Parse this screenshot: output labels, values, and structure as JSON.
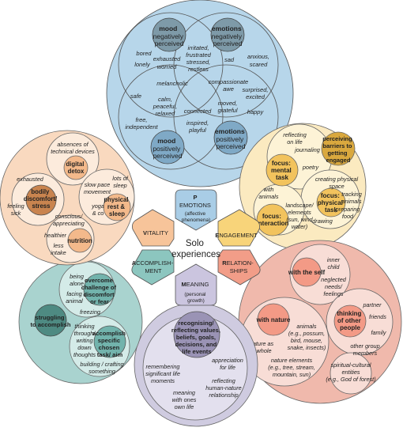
{
  "center": {
    "line1": "Solo",
    "line2": "experiences"
  },
  "petals": {
    "emotions": {
      "letter": "P",
      "line1": "EMOTIONS",
      "line2": "(affective",
      "line3": "phenomena)"
    },
    "engagement": {
      "letter": "E",
      "rest": "NGAGEMENT"
    },
    "relationships": {
      "letter": "R",
      "line1_rest": "ELATION-",
      "line2": "SHIPS"
    },
    "meaning": {
      "letter": "M",
      "rest": "EANING",
      "line2": "(personal",
      "line3": "growth)"
    },
    "accomplishment": {
      "letter": "A",
      "line1_rest": "CCOMPLISH-",
      "line2": "MENT"
    },
    "vitality": {
      "letter": "V",
      "rest": "ITALITY"
    }
  },
  "emotions_cluster": {
    "mood_neg": [
      "mood",
      "negatively",
      "perceived"
    ],
    "emo_neg": [
      "emotions",
      "negatively",
      "perceived"
    ],
    "mood_pos": [
      "mood",
      "positively",
      "perceived"
    ],
    "emo_pos": [
      "emotions",
      "positively",
      "perceived"
    ],
    "bored": "bored",
    "lonely": "lonely",
    "exhausted_worried": [
      "exhausted",
      "worried"
    ],
    "irritated": [
      "irritated,",
      "frustrated",
      "stressed,",
      "restless"
    ],
    "sad": "sad",
    "anxious": [
      "anxious,",
      "scared"
    ],
    "melancholic": "melancholic",
    "compassionate": [
      "compassionate",
      "awe"
    ],
    "safe": "safe",
    "calm": [
      "calm,",
      "peaceful,",
      "relaxed"
    ],
    "surprised": [
      "surprised,",
      "excited"
    ],
    "moved": [
      "moved,",
      "grateful"
    ],
    "happy": "happy",
    "free": [
      "free,",
      "independent"
    ],
    "connected": "connected",
    "inspired": [
      "inspired,",
      "playful"
    ]
  },
  "engagement_cluster": {
    "focus_mental": [
      "focus:",
      "mental",
      "task"
    ],
    "perceiving_barriers": [
      "perceiving",
      "barriers to",
      "getting",
      "engaged"
    ],
    "reflecting": [
      "reflecting",
      "on life"
    ],
    "journaling": "journaling",
    "poetry": "poetry",
    "creating_space": [
      "creating physical",
      "space"
    ],
    "focus_physical": [
      "focus:",
      "physical",
      "task"
    ],
    "tracking": [
      "tracking",
      "animals"
    ],
    "preparing": [
      "preparing",
      "food"
    ],
    "drawing": "drawing",
    "with_animals": [
      "with",
      "animals"
    ],
    "focus_interaction": [
      "focus:",
      "interaction"
    ],
    "landscape": [
      "landscape/",
      "elements",
      "(sun, wind",
      "water)"
    ]
  },
  "relationships_cluster": {
    "with_self": "with the self",
    "inner_child": [
      "inner",
      "child"
    ],
    "neglected": [
      "neglected",
      "needs/",
      "feelings"
    ],
    "with_nature": "with nature",
    "thinking_other": [
      "thinking",
      "of other",
      "people"
    ],
    "partner": "partner",
    "friends": "friends",
    "family": "family",
    "other_group": [
      "other group",
      "members"
    ],
    "animals": [
      "animals",
      "(e.g., possum,",
      "bird, mouse,",
      "snake, insects)"
    ],
    "nature_whole": [
      "nature as",
      "a whole"
    ],
    "nature_elements": [
      "nature elements",
      "(e.g., tree, stream,",
      "mountain, sun)"
    ],
    "spiritual": [
      "spiritual-cultural",
      "entities",
      "(e.g., God of forest)"
    ]
  },
  "meaning_cluster": {
    "recognising": [
      "recognising/",
      "reflecting values,",
      "beliefs, goals,",
      "decisions, and",
      "life events"
    ],
    "remembering": [
      "remembering",
      "significant life",
      "moments"
    ],
    "appreciation": [
      "appreciation",
      "for life"
    ],
    "reflecting_hn": [
      "reflecting",
      "human-nature",
      "relationship"
    ],
    "meaning_life": [
      "meaning",
      "with ones",
      "own life"
    ]
  },
  "accomplishment_cluster": {
    "being_alone": [
      "being",
      "alone"
    ],
    "overcome": [
      "overcome",
      "challenge of",
      "discomfort",
      "or fear"
    ],
    "facing": [
      "facing",
      "animal"
    ],
    "freezing": "freezing",
    "struggling": [
      "struggling",
      "to accomplish"
    ],
    "thinking_through": [
      "thinking",
      "through/",
      "writing",
      "down",
      "thoughts"
    ],
    "accomplish_task": [
      "accomplish",
      "specific",
      "chosen",
      "task/ aim"
    ],
    "building": [
      "building / crafting",
      "something"
    ]
  },
  "vitality_cluster": {
    "absences": [
      "absences of",
      "technical devices"
    ],
    "digital_detox": [
      "digital",
      "detox"
    ],
    "exhausted": "exhausted",
    "lots_sleep": [
      "lots of",
      "sleep"
    ],
    "bodily": [
      "bodily",
      "discomfort/",
      "stress"
    ],
    "slow_pace": [
      "slow pace",
      "movement"
    ],
    "physical_rest": [
      "physical",
      "rest &",
      "sleep"
    ],
    "yoga": [
      "yoga",
      "& co"
    ],
    "feeling_sick": [
      "feeling",
      "sick"
    ],
    "conscious": [
      "conscious/",
      "appreciating"
    ],
    "healthier": "healthier",
    "less_intake": [
      "less",
      "intake"
    ],
    "nutrition": "nutrition"
  },
  "colors": {
    "emotions": "#b7d6ea",
    "engagement": "#fbeac0",
    "relationships": "#f0b9ac",
    "meaning": "#cfcbe0",
    "accomplishment": "#a9d3cf",
    "vitality": "#f9d9bf"
  }
}
